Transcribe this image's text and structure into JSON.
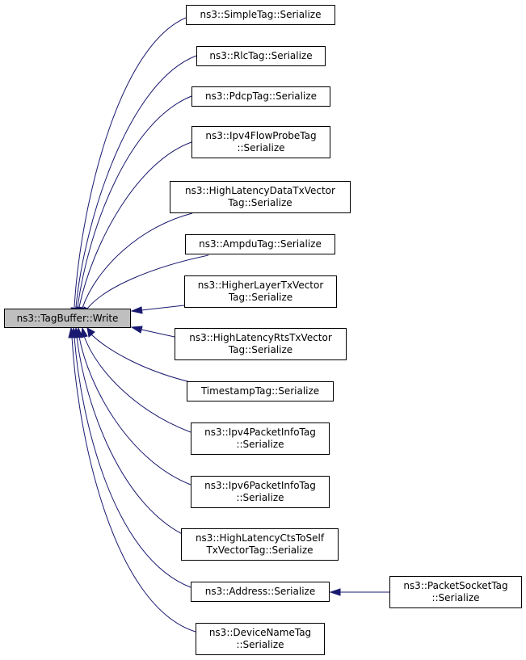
{
  "focus": {
    "label": "ns3::TagBuffer::Write"
  },
  "callers": [
    {
      "line1": "ns3::SimpleTag::Serialize",
      "line2": ""
    },
    {
      "line1": "ns3::RlcTag::Serialize",
      "line2": ""
    },
    {
      "line1": "ns3::PdcpTag::Serialize",
      "line2": ""
    },
    {
      "line1": "ns3::Ipv4FlowProbeTag",
      "line2": "::Serialize"
    },
    {
      "line1": "ns3::HighLatencyDataTxVector",
      "line2": "Tag::Serialize"
    },
    {
      "line1": "ns3::AmpduTag::Serialize",
      "line2": ""
    },
    {
      "line1": "ns3::HigherLayerTxVector",
      "line2": "Tag::Serialize"
    },
    {
      "line1": "ns3::HighLatencyRtsTxVector",
      "line2": "Tag::Serialize"
    },
    {
      "line1": "TimestampTag::Serialize",
      "line2": ""
    },
    {
      "line1": "ns3::Ipv4PacketInfoTag",
      "line2": "::Serialize"
    },
    {
      "line1": "ns3::Ipv6PacketInfoTag",
      "line2": "::Serialize"
    },
    {
      "line1": "ns3::HighLatencyCtsToSelf",
      "line2": "TxVectorTag::Serialize"
    },
    {
      "line1": "ns3::Address::Serialize",
      "line2": ""
    },
    {
      "line1": "ns3::DeviceNameTag",
      "line2": "::Serialize"
    }
  ],
  "second_level": {
    "line1": "ns3::PacketSocketTag",
    "line2": "::Serialize"
  }
}
